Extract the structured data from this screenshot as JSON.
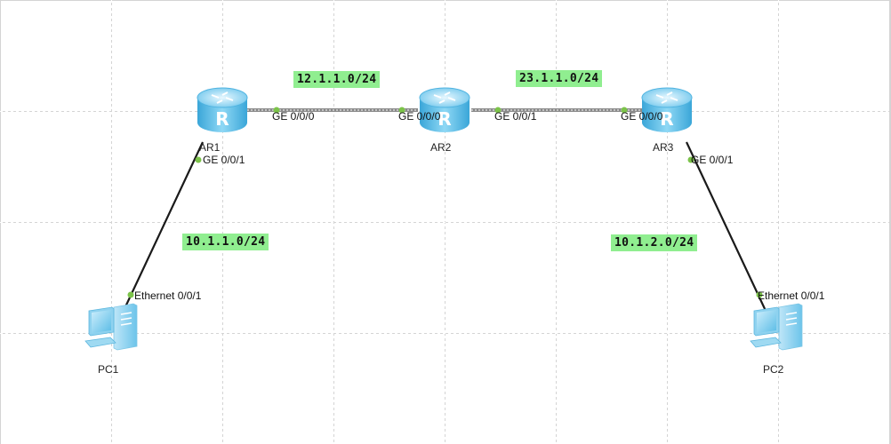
{
  "colors": {
    "link": "#1a1a1a",
    "port_dot": "#7cc34a",
    "net_label_bg": "#90ee90",
    "router_body": "#5bc0e8"
  },
  "devices": {
    "ar1": {
      "name": "AR1",
      "icon": "router-icon"
    },
    "ar2": {
      "name": "AR2",
      "icon": "router-icon"
    },
    "ar3": {
      "name": "AR3",
      "icon": "router-icon"
    },
    "pc1": {
      "name": "PC1",
      "icon": "pc-icon"
    },
    "pc2": {
      "name": "PC2",
      "icon": "pc-icon"
    }
  },
  "ports": {
    "ar1_ge000": "GE 0/0/0",
    "ar1_ge001": "GE 0/0/1",
    "ar2_ge000": "GE 0/0/0",
    "ar2_ge001": "GE 0/0/1",
    "ar3_ge000": "GE 0/0/0",
    "ar3_ge001": "GE 0/0/1",
    "pc1_eth": "Ethernet 0/0/1",
    "pc2_eth": "Ethernet 0/0/1"
  },
  "networks": {
    "ar1_ar2": "12.1.1.0/24",
    "ar2_ar3": "23.1.1.0/24",
    "ar1_pc1": "10.1.1.0/24",
    "ar3_pc2": "10.1.2.0/24"
  }
}
